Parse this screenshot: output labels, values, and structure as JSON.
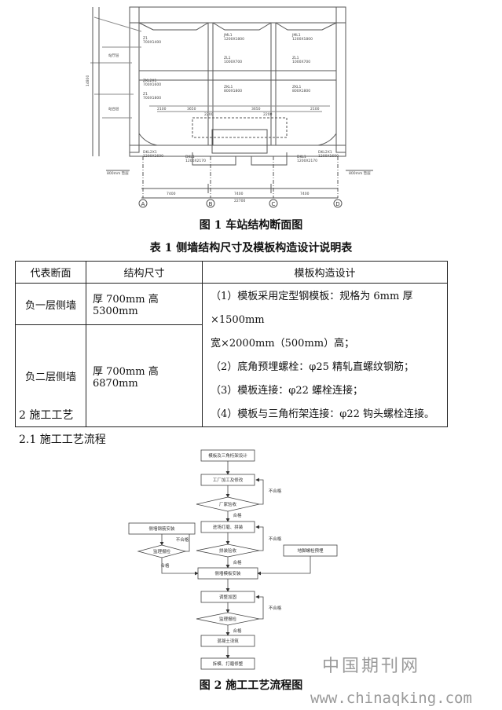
{
  "drawing": {
    "axis_labels": [
      "A",
      "B",
      "C",
      "D"
    ],
    "beam_labels_top": [
      "JML1\n1200X1800",
      "JML1\n1200X1800"
    ],
    "beam_labels_mid": [
      "ZL1\n1000X700",
      "ZL1\n1000X700"
    ],
    "beam_labels_low": [
      "ZKL1\n800X1800",
      "ZKL1\n800X1800"
    ],
    "side_labels_top": [
      "Z1\n700X1400"
    ],
    "side_labels_low": [
      "ZKL2X1\n700X1600",
      "Z1\n700X1800"
    ],
    "bottom_labels": [
      "DKL2X1\n1200X1600",
      "DKL1\n1200X2170",
      "DKL1\n1200X2170",
      "DKL2X1\n1200X1600"
    ],
    "room_labels": [
      "站厅层",
      "站台层"
    ],
    "dims_bottom": [
      "7400",
      "7400",
      "7400"
    ],
    "dim_total": "22700",
    "dims_mid": [
      "2100",
      "3650",
      "3650",
      "2100",
      "2200",
      "2200"
    ],
    "dim_left_height": "14800",
    "ground_label": "800mm 垫层",
    "ground_label_right": "800mm 垫层"
  },
  "figure1_caption": "图 1 车站结构断面图",
  "table1_title": "表 1 侧墙结构尺寸及模板构造设计说明表",
  "table": {
    "headers": [
      "代表断面",
      "结构尺寸",
      "模板构造设计"
    ],
    "rows": [
      {
        "section": "负一层侧墙",
        "size": "厚 700mm 高 5300mm"
      },
      {
        "section": "负二层侧墙",
        "size": "厚 700mm 高 6870mm"
      }
    ],
    "design_lines": [
      "（1）模板采用定型钢模板：规格为 6mm 厚×1500mm",
      "宽×2000mm（500mm）高；",
      "（2）底角预埋螺栓：φ25 精轧直螺纹钢筋；",
      "（3）模板连接：φ22 螺栓连接；",
      "（4）模板与三角桁架连接：φ22 钩头螺栓连接。"
    ]
  },
  "section2_heading": "2 施工工艺",
  "section21_heading": "2.1 施工工艺流程",
  "flow": {
    "n1": "模板及三角桁架设计",
    "n2": "工厂加工及修改",
    "d1": "厂家验收",
    "n3": "进场打磨、拼装",
    "d2": "拼装验收",
    "n4": "侧墙模板安装",
    "n5": "调整加固",
    "d3": "监理报检",
    "n6": "混凝土浇筑",
    "n7": "拆模、打磨修整",
    "left_box": "侧墙钢筋安装",
    "left_diamond": "监理报检",
    "right_box": "地脚螺栓预埋",
    "ok": "合格",
    "fail": "不合格"
  },
  "figure2_caption": "图 2 施工工艺流程图",
  "watermark_cn": "中国期刊网",
  "watermark_url": "www.chinaqking.com"
}
